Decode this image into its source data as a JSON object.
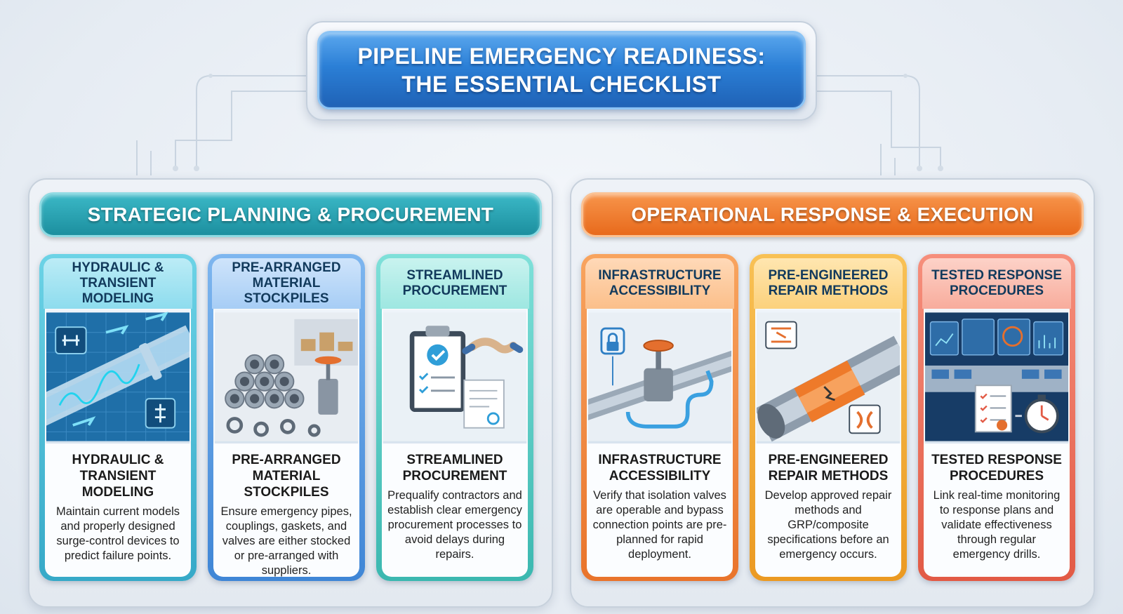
{
  "title": {
    "line1": "PIPELINE EMERGENCY READINESS:",
    "line2": "THE ESSENTIAL CHECKLIST"
  },
  "sections": [
    {
      "banner": "STRATEGIC PLANNING & PROCUREMENT",
      "accent": "#1c8f9f",
      "cards": [
        {
          "head1": "HYDRAULIC &",
          "head2": "TRANSIENT MODELING",
          "title1": "HYDRAULIC &",
          "title2": "TRANSIENT MODELING",
          "text": "Maintain current models and properly designed surge-control devices to predict failure points.",
          "icon": "pipe-flow-model-icon"
        },
        {
          "head1": "PRE-ARRANGED",
          "head2": "MATERIAL STOCKPILES",
          "title1": "PRE-ARRANGED",
          "title2": "MATERIAL STOCKPILES",
          "text": "Ensure emergency pipes, couplings, gaskets, and valves are either stocked or pre-arranged with suppliers.",
          "icon": "pipe-stockpile-icon"
        },
        {
          "head1": "STREAMLINED",
          "head2": "PROCUREMENT",
          "title1": "STREAMLINED",
          "title2": "PROCUREMENT",
          "text": "Prequalify contractors and establish clear emergency procurement processes to avoid delays during repairs.",
          "icon": "clipboard-handshake-icon"
        }
      ]
    },
    {
      "banner": "OPERATIONAL RESPONSE & EXECUTION",
      "accent": "#e86a1c",
      "cards": [
        {
          "head1": "INFRASTRUCTURE",
          "head2": "ACCESSIBILITY",
          "title1": "INFRASTRUCTURE",
          "title2": "ACCESSIBILITY",
          "text": "Verify that isolation valves are operable and bypass connection points are pre-planned for rapid deployment.",
          "icon": "isolation-valve-icon"
        },
        {
          "head1": "PRE-ENGINEERED",
          "head2": "REPAIR METHODS",
          "title1": "PRE-ENGINEERED",
          "title2": "REPAIR METHODS",
          "text": "Develop approved repair methods and GRP/composite specifications before an emergency occurs.",
          "icon": "pipe-repair-wrap-icon"
        },
        {
          "head1": "TESTED RESPONSE",
          "head2": "PROCEDURES",
          "title1": "TESTED RESPONSE",
          "title2": "PROCEDURES",
          "text": "Link real-time monitoring to response plans and validate effectiveness through regular emergency drills.",
          "icon": "control-room-stopwatch-icon"
        }
      ]
    }
  ]
}
